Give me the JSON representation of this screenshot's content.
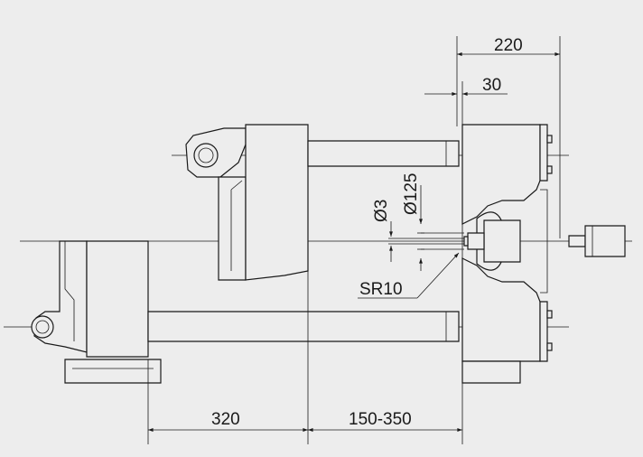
{
  "dimensions": {
    "top_overall": "220",
    "top_offset": "30",
    "dia_large": "Ø125",
    "dia_small": "Ø3",
    "sphere_radius": "SR10",
    "bottom_left": "320",
    "bottom_right": "150-350"
  },
  "colors": {
    "background": "#ededed",
    "line": "#1a1a1a"
  }
}
